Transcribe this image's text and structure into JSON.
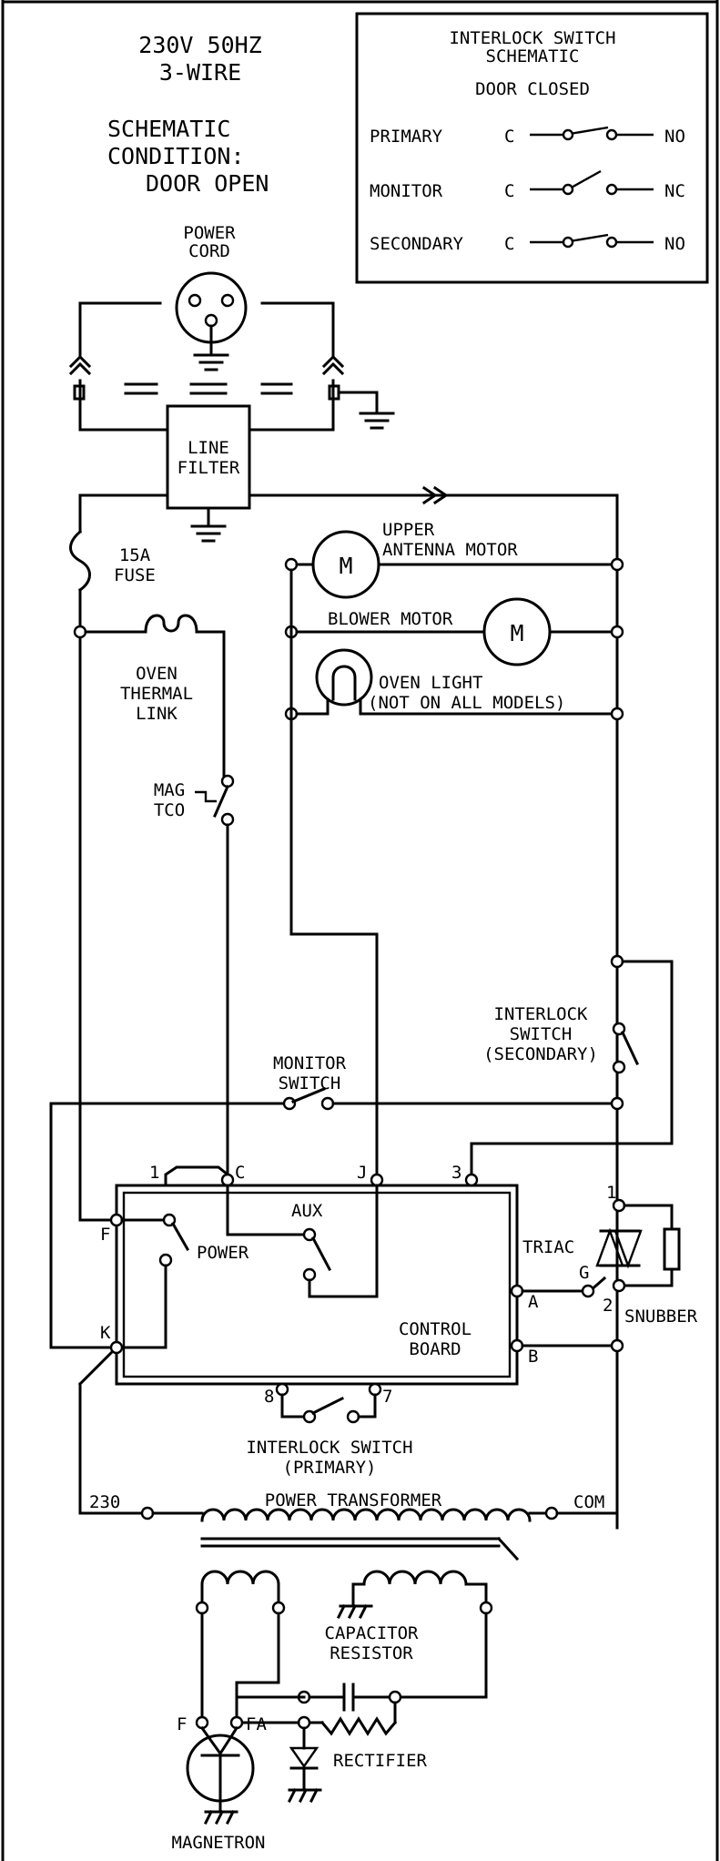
{
  "supply": {
    "line1": "230V 50HZ",
    "line2": "3-WIRE"
  },
  "condition": {
    "line1": "SCHEMATIC",
    "line2": "CONDITION:",
    "line3": "DOOR OPEN"
  },
  "legend": {
    "title1": "INTERLOCK SWITCH",
    "title2": "SCHEMATIC",
    "subtitle": "DOOR CLOSED",
    "rows": [
      {
        "name": "PRIMARY",
        "common": "C",
        "state": "NO"
      },
      {
        "name": "MONITOR",
        "common": "C",
        "state": "NC"
      },
      {
        "name": "SECONDARY",
        "common": "C",
        "state": "NO"
      }
    ]
  },
  "power_cord": {
    "line1": "POWER",
    "line2": "CORD"
  },
  "line_filter": {
    "line1": "LINE",
    "line2": "FILTER"
  },
  "fuse": {
    "line1": "15A",
    "line2": "FUSE"
  },
  "upper_motor": {
    "line1": "UPPER",
    "line2": "ANTENNA MOTOR",
    "symbol": "M"
  },
  "blower_motor": {
    "label": "BLOWER MOTOR",
    "symbol": "M"
  },
  "oven_light": {
    "line1": "OVEN LIGHT",
    "line2": "(NOT ON ALL MODELS)"
  },
  "thermal_link": {
    "line1": "OVEN",
    "line2": "THERMAL",
    "line3": "LINK"
  },
  "mag_tco": {
    "line1": "MAG",
    "line2": "TCO"
  },
  "interlock_secondary": {
    "line1": "INTERLOCK",
    "line2": "SWITCH",
    "line3": "(SECONDARY)"
  },
  "monitor_switch": {
    "line1": "MONITOR",
    "line2": "SWITCH"
  },
  "control_board": {
    "line1": "CONTROL",
    "line2": "BOARD",
    "pins": {
      "p1": "1",
      "c": "C",
      "j": "J",
      "p3": "3",
      "f": "F",
      "k": "K",
      "a": "A",
      "b": "B",
      "p8": "8",
      "p7": "7"
    },
    "power": "POWER",
    "aux": "AUX"
  },
  "triac": {
    "label": "TRIAC",
    "pin1": "1",
    "pin2": "2",
    "gate": "G",
    "snubber": "SNUBBER"
  },
  "interlock_primary": {
    "line1": "INTERLOCK SWITCH",
    "line2": "(PRIMARY)"
  },
  "transformer": {
    "label": "POWER TRANSFORMER",
    "left": "230",
    "right": "COM"
  },
  "capacitor": {
    "line1": "CAPACITOR",
    "line2": "RESISTOR"
  },
  "magnetron": {
    "label": "MAGNETRON",
    "f": "F",
    "fa": "FA"
  },
  "rectifier": {
    "label": "RECTIFIER"
  }
}
